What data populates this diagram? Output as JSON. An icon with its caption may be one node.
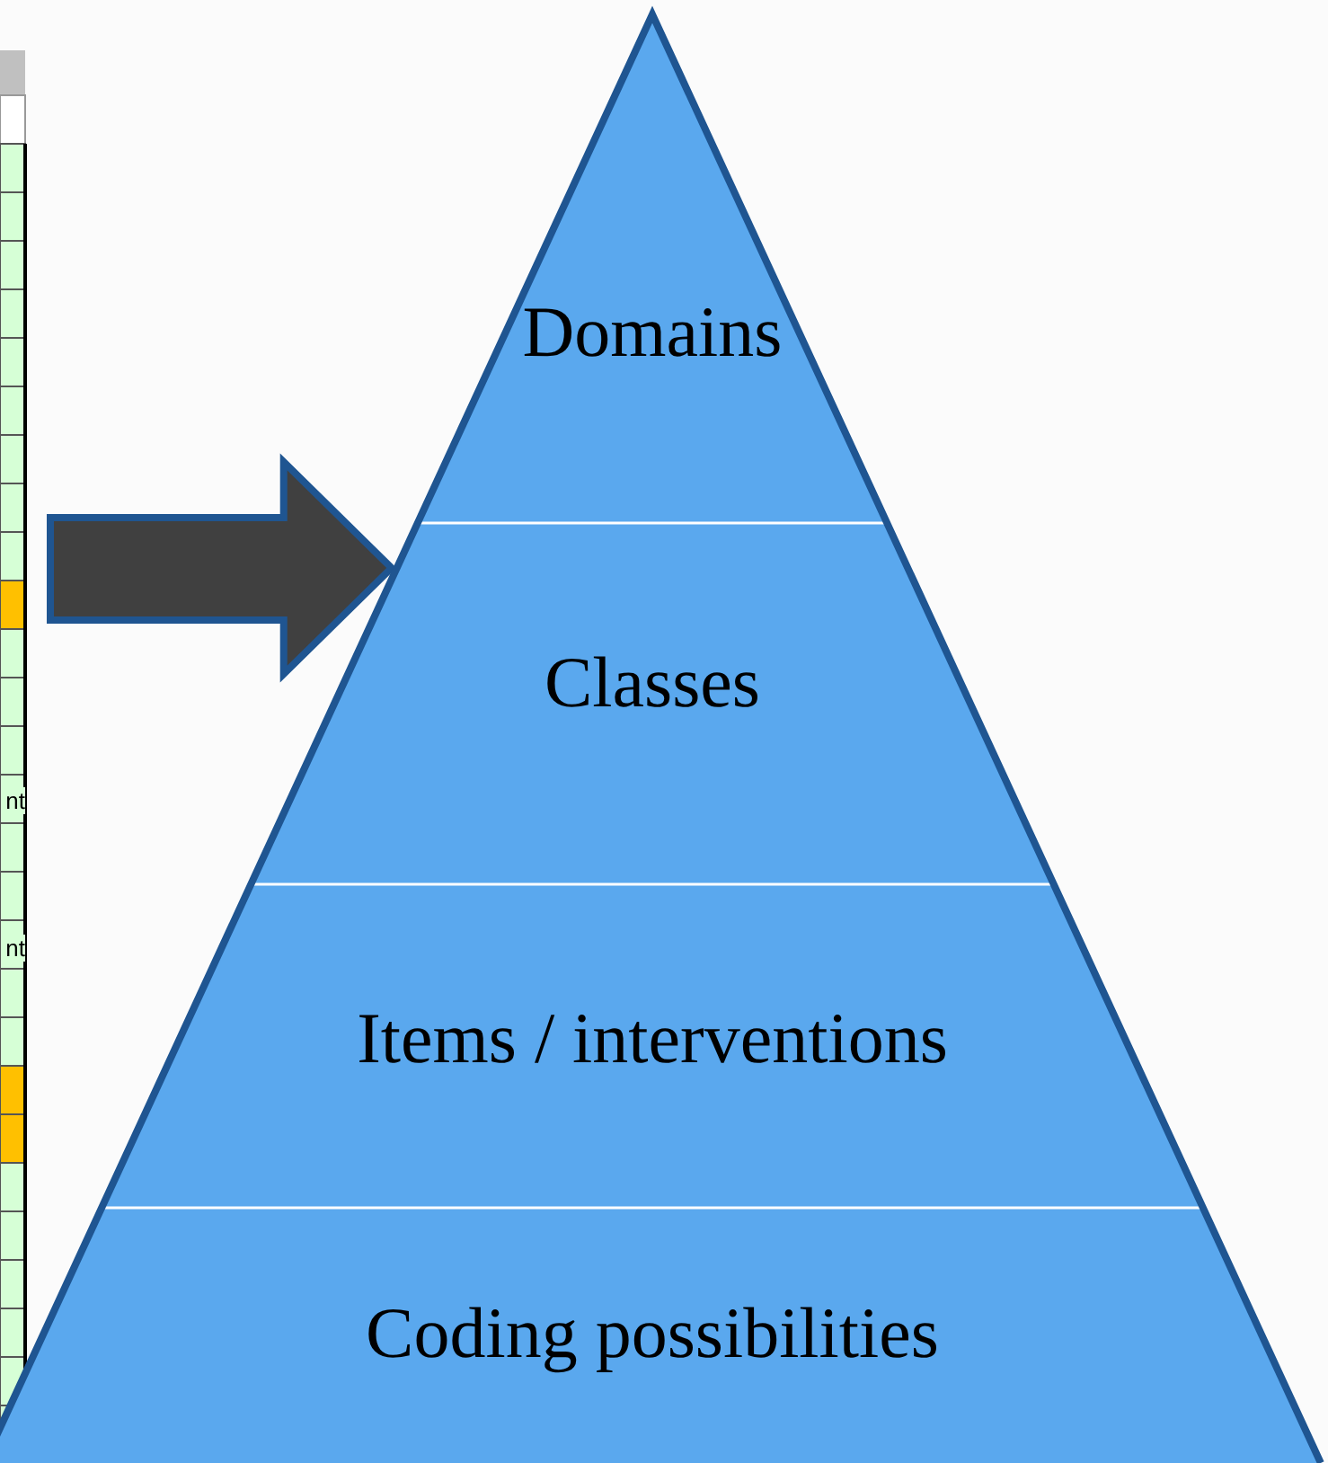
{
  "diagram": {
    "nodes": [
      {
        "text": [
          "Domains"
        ]
      },
      {
        "text": [
          "Classes"
        ]
      },
      {
        "text": [
          "Items / interventions"
        ]
      },
      {
        "text": [
          "Coding possibilities"
        ]
      }
    ],
    "edges": [
      {
        "from": null,
        "to": 1,
        "arrow": "to",
        "style": "thick"
      }
    ],
    "labels": [
      "nt",
      "nt"
    ]
  }
}
